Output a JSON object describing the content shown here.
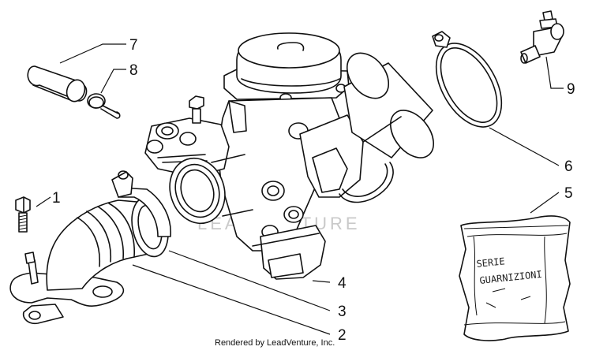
{
  "callouts": [
    "1",
    "2",
    "3",
    "4",
    "5",
    "6",
    "7",
    "8",
    "9"
  ],
  "gasket_bag": {
    "line1": "SERIE",
    "line2": "GUARNIZIONI"
  },
  "watermark": "LEADVENTURE",
  "credit": "Rendered by LeadVenture, Inc."
}
